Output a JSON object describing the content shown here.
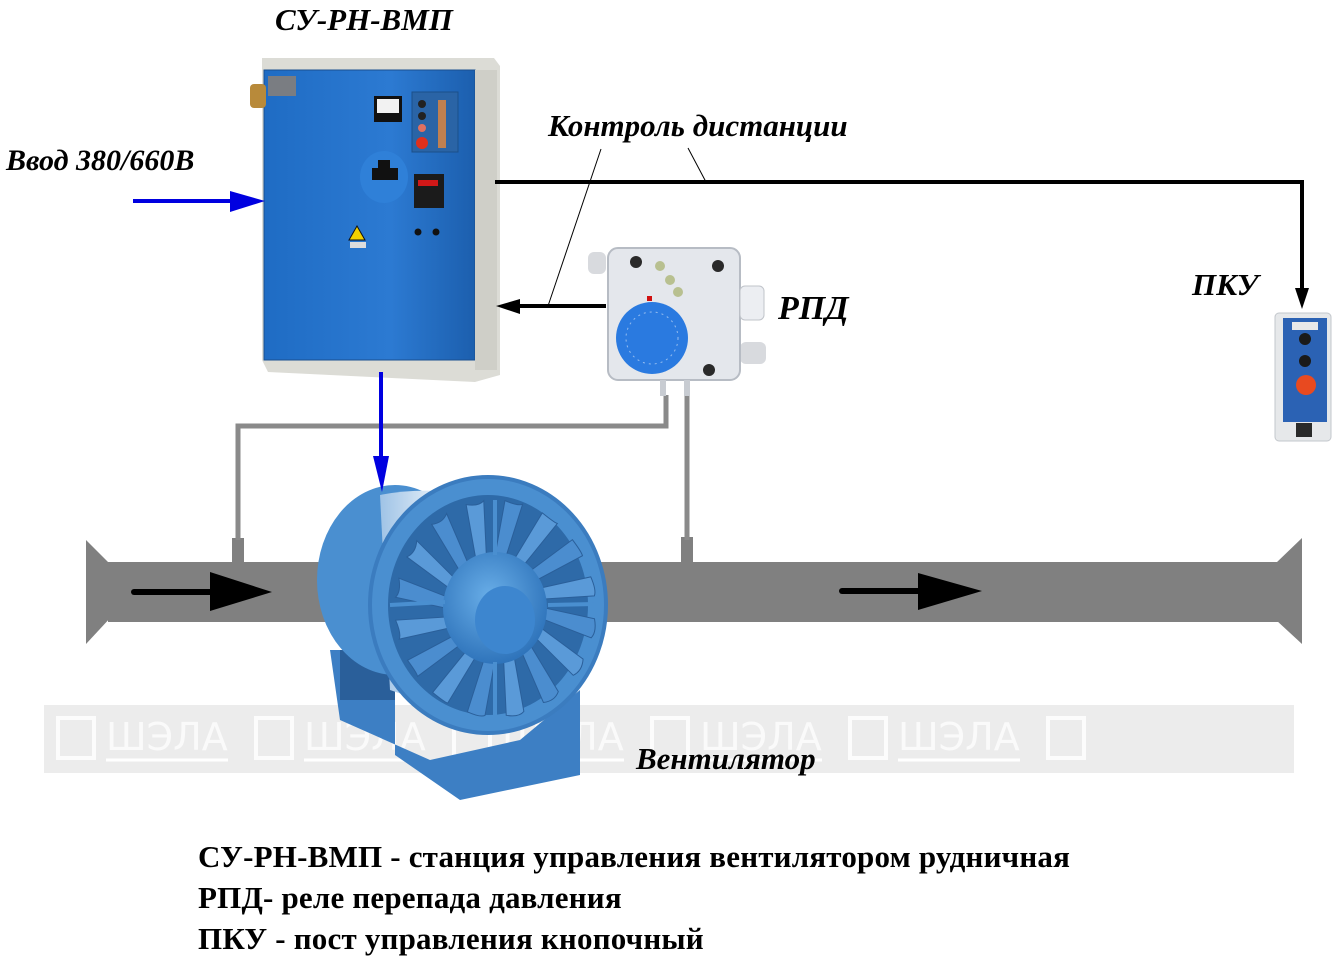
{
  "diagram": {
    "title": "Схема управления вентилятором местного проветривания",
    "labels": {
      "station": "СУ-РН-ВМП",
      "power_input": "Ввод 380/660В",
      "distance_control": "Контроль дистанции",
      "pressure_relay": "РПД",
      "button_post": "ПКУ",
      "fan": "Вентилятор"
    },
    "watermark": {
      "text": "ШЭЛА",
      "repeat_count": 6
    },
    "legend": [
      "СУ-РН-ВМП - станция управления вентилятором рудничная",
      "РПД- реле перепада давления",
      "ПКУ - пост управления кнопочный"
    ],
    "colors": {
      "equipment_blue": "#2a74c8",
      "fan_blue": "#4a8fd0",
      "duct_gray": "#808080",
      "power_arrow": "#0000e0",
      "signal_line": "#000000",
      "pressure_tube": "#8a8a8a",
      "watermark_band": "#ececec"
    }
  }
}
